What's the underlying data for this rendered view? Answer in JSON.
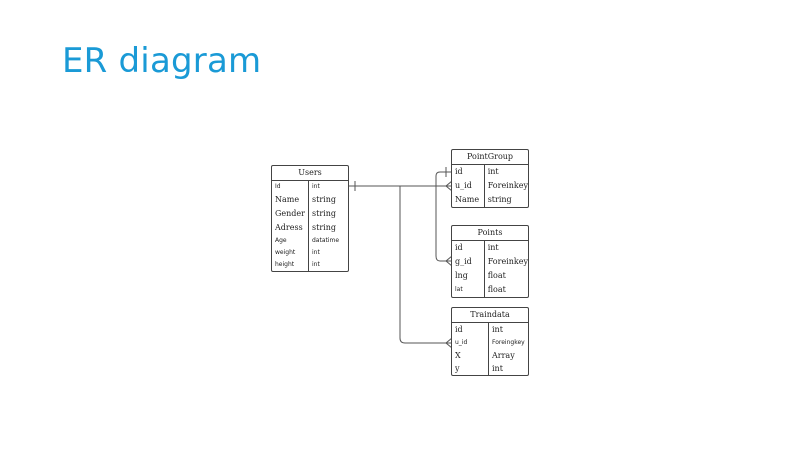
{
  "slide": {
    "title": "ER diagram"
  },
  "entities": {
    "users": {
      "name": "Users",
      "fields": [
        {
          "name": "Id",
          "type": "int",
          "sans": true
        },
        {
          "name": "Name",
          "type": "string",
          "sans": false
        },
        {
          "name": "Gender",
          "type": "string",
          "sans": false
        },
        {
          "name": "Adress",
          "type": "string",
          "sans": false
        },
        {
          "name": "Age",
          "type": "datatime",
          "sans": true
        },
        {
          "name": "weight",
          "type": "int",
          "sans": true
        },
        {
          "name": "height",
          "type": "int",
          "sans": true
        }
      ]
    },
    "pointgroup": {
      "name": "PointGroup",
      "fields": [
        {
          "name": "id",
          "type": "int",
          "sans": false
        },
        {
          "name": "u_id",
          "type": "Foreinkey",
          "sans": false
        },
        {
          "name": "Name",
          "type": "string",
          "sans": false
        }
      ]
    },
    "points": {
      "name": "Points",
      "fields": [
        {
          "name": "id",
          "type": "int",
          "sans": false
        },
        {
          "name": "g_id",
          "type": "Foreinkey",
          "sans": false
        },
        {
          "name": "lng",
          "type": "float",
          "sans": false
        },
        {
          "name": "lat",
          "type": "float",
          "sans": true
        }
      ]
    },
    "traindata": {
      "name": "Traindata",
      "fields": [
        {
          "name": "id",
          "type": "int",
          "sans": false
        },
        {
          "name": "u_id",
          "type": "Foreingkey",
          "sans": true
        },
        {
          "name": "X",
          "type": "Array",
          "sans": false
        },
        {
          "name": "y",
          "type": "int",
          "sans": false
        }
      ]
    }
  }
}
